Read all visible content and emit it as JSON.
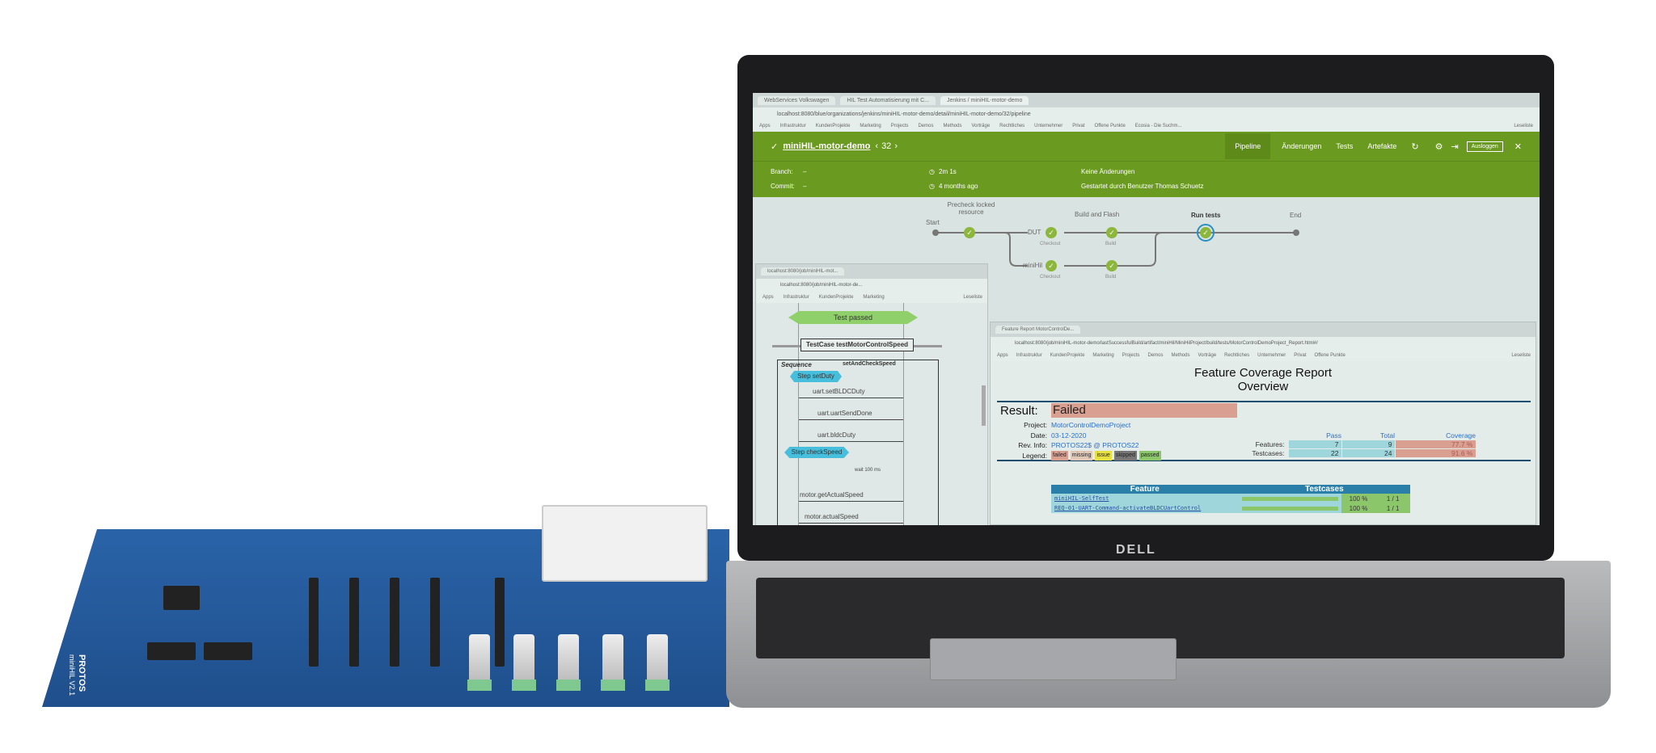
{
  "laptop": {
    "brand": "DELL"
  },
  "board": {
    "logo": "PROTOS",
    "model": "miniHIL V2.1"
  },
  "main_browser": {
    "tabs": [
      "WebServices Volkswagen",
      "HIL Test Automatisierung mit C...",
      "Jenkins / miniHIL-motor-demo"
    ],
    "url": "localhost:8080/blue/organizations/jenkins/miniHIL-motor-demo/detail/miniHIL-motor-demo/32/pipeline",
    "bookmarks": [
      "Apps",
      "Infrastruktur",
      "KundenProjekte",
      "Marketing",
      "Projects",
      "Demos",
      "Methods",
      "Vorträge",
      "Rechtliches",
      "Unternehmer",
      "Privat",
      "Offene Punkte",
      "Ecosia - Die Suchm...",
      "Leseliste"
    ],
    "jenkins": {
      "job": "miniHIL-motor-demo",
      "build": "32",
      "nav": [
        "Pipeline",
        "Änderungen",
        "Tests",
        "Artefakte"
      ],
      "logout": "Ausloggen",
      "branch_label": "Branch:",
      "branch": "–",
      "commit_label": "Commit:",
      "commit": "–",
      "duration": "2m 1s",
      "started": "4 months ago",
      "changes": "Keine Änderungen",
      "started_by": "Gestartet durch Benutzer Thomas Schuetz",
      "pipeline": {
        "start": "Start",
        "precheck": "Precheck locked resource",
        "build_flash": "Build and Flash",
        "dut": "DUT",
        "minihil": "miniHil",
        "checkout": "Checkout",
        "build": "Build",
        "run_tests": "Run tests",
        "end": "End"
      }
    }
  },
  "seq_window": {
    "tab": "localhost:8080/job/miniHIL-mot...",
    "url": "localhost:8080/job/miniHIL-motor-de...",
    "bookmarks": [
      "Apps",
      "Infrastruktur",
      "KundenProjekte",
      "Marketing",
      "Leseliste"
    ],
    "test_passed": "Test passed",
    "testcase": "TestCase testMotorControlSpeed",
    "sequence": "Sequence",
    "sequence_name": "setAndCheckSpeed",
    "step1": "Step setDuty",
    "step2": "Step checkSpeed",
    "messages": [
      "uart.setBLDCDuty",
      "uart.uartSendDone",
      "uart.bldcDuty",
      "wait 100 ms",
      "motor.getActualSpeed",
      "motor.actualSpeed"
    ]
  },
  "report_window": {
    "tab": "Feature Report MotorControlDe...",
    "url": "localhost:8080/job/miniHIL-motor-demo/lastSuccessfulBuild/artifact/miniHil/MiniHilProject/build/tests/MotorControlDemoProject_Report.html#/",
    "bookmarks": [
      "Apps",
      "Infrastruktur",
      "KundenProjekte",
      "Marketing",
      "Projects",
      "Demos",
      "Methods",
      "Vorträge",
      "Rechtliches",
      "Unternehmer",
      "Privat",
      "Offene Punkte",
      "Leseliste"
    ],
    "title": "Feature Coverage Report",
    "subtitle": "Overview",
    "result_label": "Result:",
    "result": "Failed",
    "project_label": "Project:",
    "project": "MotorControlDemoProject",
    "date_label": "Date:",
    "date": "03-12-2020",
    "rev_label": "Rev. Info:",
    "rev": "PROTOS22$ @ PROTOS22",
    "legend_label": "Legend:",
    "legend": [
      "failed",
      "missing",
      "issue",
      "skipped",
      "passed"
    ],
    "stats_headers": [
      "Pass",
      "Total",
      "Coverage"
    ],
    "features": {
      "label": "Features:",
      "pass": "7",
      "total": "9",
      "coverage": "77.7 %"
    },
    "testcases": {
      "label": "Testcases:",
      "pass": "22",
      "total": "24",
      "coverage": "91.6 %"
    },
    "table_headers": [
      "Feature",
      "Testcases"
    ],
    "rows": [
      {
        "feature": "miniHIL-SelfTest",
        "pct": "100 %",
        "count": "1 / 1",
        "progress": 1.0
      },
      {
        "feature": "REQ-01-UART-Command-activateBLDCUartControl",
        "pct": "100 %",
        "count": "1 / 1",
        "progress": 1.0
      }
    ]
  },
  "colors": {
    "jenkins_green": "#6a9a1f",
    "failed": "#d9a092",
    "header_blue": "#2a7fa8",
    "passed": "#8cc66b"
  }
}
